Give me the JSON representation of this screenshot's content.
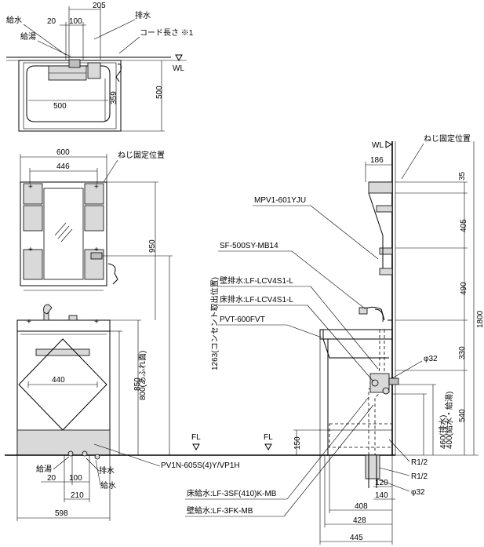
{
  "top_view": {
    "dim_205": "205",
    "dim_20": "20",
    "dim_100": "100",
    "label_supply": "給水",
    "label_hot": "給湯",
    "label_drain": "排水",
    "label_cord": "コード長さ ※1",
    "label_wl": "WL",
    "dim_500_width": "500",
    "dim_359": "359",
    "dim_500_height": "500"
  },
  "front_view": {
    "dim_600": "600",
    "dim_446": "446",
    "label_screw": "ねじ固定位置",
    "dim_950": "950",
    "dim_1263": "1263(コンセント取出位置)",
    "dim_800": "800(あふれ面)",
    "dim_850": "850",
    "dim_440": "440",
    "label_fl": "FL",
    "label_model": "PV1N-605S(4)Y/VP1H",
    "label_hot": "給湯",
    "label_drain": "排水",
    "label_supply": "給水",
    "dim_20": "20",
    "dim_100": "100",
    "dim_210": "210",
    "dim_598": "598"
  },
  "side_view": {
    "label_wl": "WL",
    "label_screw": "ねじ固定位置",
    "dim_186": "186",
    "dim_35": "35",
    "dim_405": "405",
    "dim_490": "490",
    "dim_1800": "1800",
    "dim_330": "330",
    "dim_540": "540",
    "dim_400": "400(給水・給湯)",
    "dim_460": "460(排水)",
    "dim_150": "150",
    "label_phi32_upper": "φ32",
    "label_r12_a": "R1/2",
    "label_r12_b": "R1/2",
    "label_phi32_lower": "φ32",
    "dim_120": "120",
    "dim_140": "140",
    "dim_408": "408",
    "dim_428": "428",
    "dim_445": "445",
    "label_fl": "FL",
    "parts": [
      "MPV1-601YJU",
      "SF-500SY-MB14",
      "壁排水:LF-LCV4S1-L",
      "床排水:LF-LCV4S1-L",
      "PVT-600FVT",
      "床給水:LF-3SF(410)K-MB",
      "壁給水:LF-3FK-MB"
    ]
  }
}
